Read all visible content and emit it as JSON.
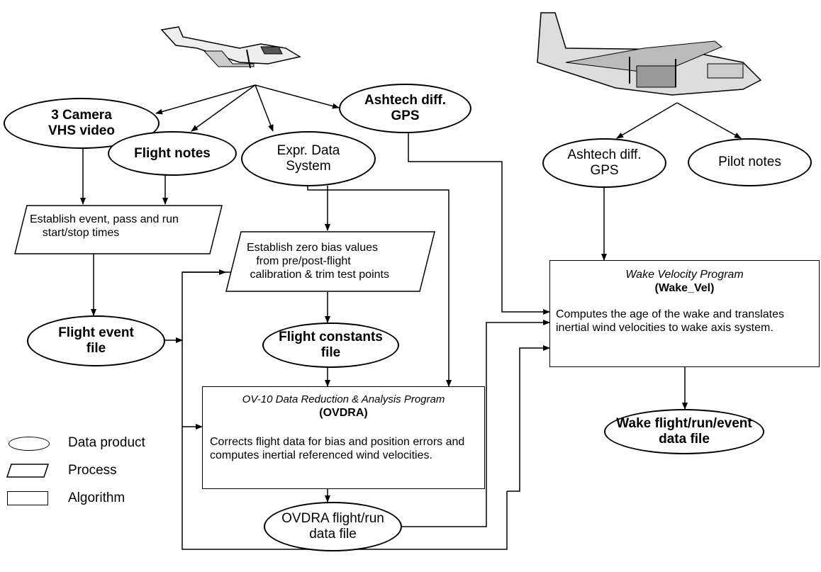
{
  "nodes": {
    "camera_video": "3 Camera\nVHS video",
    "flight_notes": "Flight notes",
    "expr_data": "Expr. Data\nSystem",
    "ashtech_gps_left": "Ashtech diff.\nGPS",
    "ashtech_gps_right": "Ashtech diff.\nGPS",
    "pilot_notes": "Pilot notes",
    "flight_event_file": "Flight event\nfile",
    "flight_constants_file": "Flight constants\nfile",
    "ovdra_file": "OVDRA flight/run\ndata file",
    "wake_file": "Wake flight/run/event\ndata file"
  },
  "processes": {
    "establish_event": "Establish event, pass and run\n    start/stop times",
    "establish_zero_bias": "Establish zero bias values\n   from pre/post-flight\n calibration & trim test points"
  },
  "algorithms": {
    "ovdra": {
      "title": "OV-10 Data Reduction & Analysis Program",
      "subtitle": "(OVDRA)",
      "description": "Corrects flight data for bias and position errors and computes inertial referenced wind velocities."
    },
    "wake_vel": {
      "title": "Wake Velocity Program",
      "subtitle": "(Wake_Vel)",
      "description": "Computes the age of the wake and translates inertial wind velocities to wake axis system."
    }
  },
  "legend": {
    "data_product": "Data product",
    "process": "Process",
    "algorithm": "Algorithm"
  },
  "icons": {
    "left_aircraft": "ov10-aircraft-icon",
    "right_aircraft": "c130-aircraft-icon"
  }
}
